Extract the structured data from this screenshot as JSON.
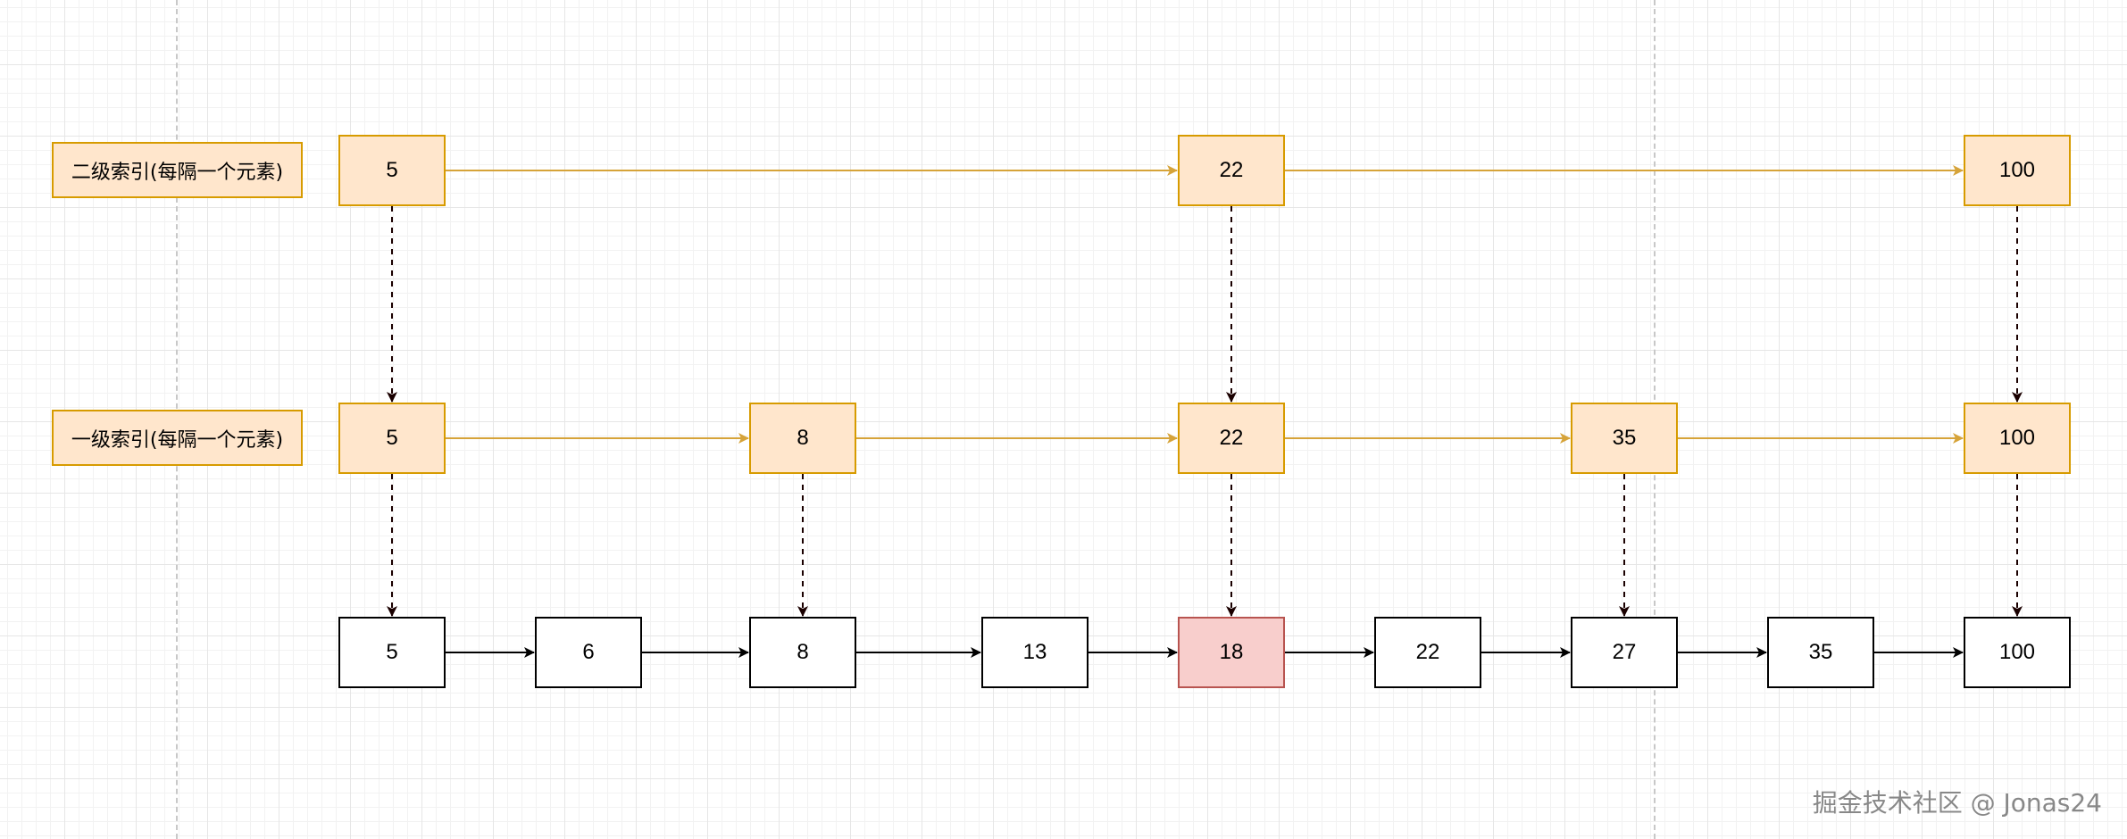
{
  "diagram": {
    "level2_label": "二级索引(每隔一个元素)",
    "level1_label": "一级索引(每隔一个元素)",
    "level2_nodes": [
      "5",
      "22",
      "100"
    ],
    "level1_nodes": [
      "5",
      "8",
      "22",
      "35",
      "100"
    ],
    "base_nodes": [
      "5",
      "6",
      "8",
      "13",
      "18",
      "22",
      "27",
      "35",
      "100"
    ],
    "highlighted_base_value": "18",
    "colors": {
      "index_fill": "#ffe6cc",
      "index_stroke": "#d79b00",
      "index_arrow": "#d6a339",
      "base_fill": "#ffffff",
      "base_stroke": "#000000",
      "highlight_fill": "#f8cecc",
      "highlight_stroke": "#b85450",
      "down_arrow": "#1a0000"
    }
  },
  "watermark": "掘金技术社区 @ Jonas24"
}
